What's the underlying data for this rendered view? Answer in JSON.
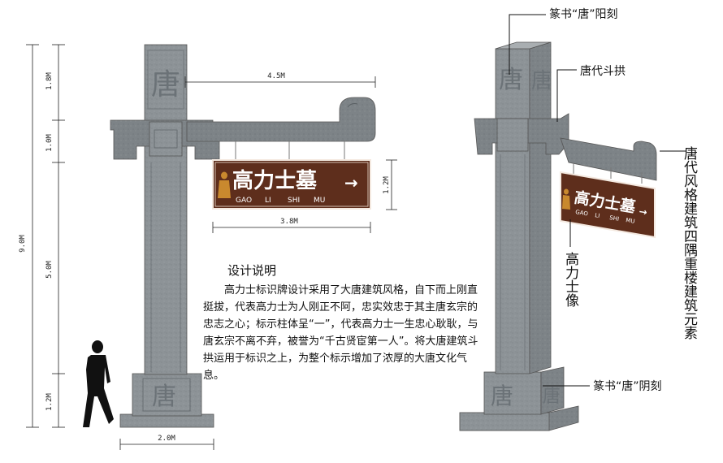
{
  "dimensions": {
    "total_height": "9.0M",
    "seg_top": "1.8M",
    "seg_beam": "1.0M",
    "seg_shaft": "5.0M",
    "seg_base": "1.2M",
    "arm_length": "4.5M",
    "sign_height": "1.2M",
    "sign_width": "3.8M",
    "base_width": "2.0M"
  },
  "sign": {
    "title": "高力士墓",
    "arrow": "→",
    "pinyin": [
      "GAO",
      "LI",
      "SHI",
      "MU"
    ]
  },
  "seal_char": "唐",
  "description": {
    "title": "设计说明",
    "body": "高力士标识牌设计采用了大唐建筑风格，自下而上刚直挺拔，代表高力士为人刚正不阿，忠实效忠于其主唐玄宗的忠志之心；标示柱体呈“一”，代表高力士一生忠心耿耿，与唐玄宗不离不弃，被誉为“千古贤宦第一人”。将大唐建筑斗拱运用于标识之上，为整个标示增加了浓厚的大唐文化气息。"
  },
  "callouts": {
    "seal_relief": "篆书“唐”阳刻",
    "dougong": "唐代斗拱",
    "roof_style": "唐代风格建筑四隅重楼建筑元素",
    "statue": "高力士像",
    "seal_intaglio": "篆书“唐”阴刻"
  },
  "colors": {
    "stone": "#8d9397",
    "stone_dark": "#6f767b",
    "stone_light": "#a9aeb1",
    "sign_brown": "#5e2e1c",
    "statue_gold": "#c9892e"
  }
}
